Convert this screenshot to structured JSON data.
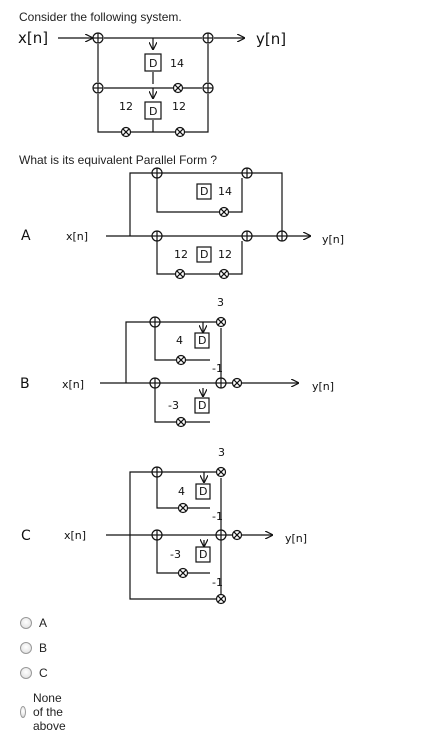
{
  "question_intro": "Consider the following system.",
  "question_prompt": "What is its equivalent Parallel Form ?",
  "signals": {
    "input": "x[n]",
    "output": "y[n]"
  },
  "blocks": {
    "delay": "D"
  },
  "original_system": {
    "gain_top": "14",
    "gain_left": "12",
    "gain_right": "12"
  },
  "option_a": {
    "label": "A",
    "gain_top": "14",
    "gain_left": "12",
    "gain_right": "12"
  },
  "option_b": {
    "label": "B",
    "gain_upper": "3",
    "gain_upper_left": "4",
    "gain_mid": "-1",
    "gain_lower_left": "-3"
  },
  "option_c": {
    "label": "C",
    "gain_upper": "3",
    "gain_upper_left": "4",
    "gain_mid": "-1",
    "gain_lower_left": "-3",
    "gain_bottom": "-1"
  },
  "answer_options": [
    "A",
    "B",
    "C",
    "None of the above"
  ]
}
